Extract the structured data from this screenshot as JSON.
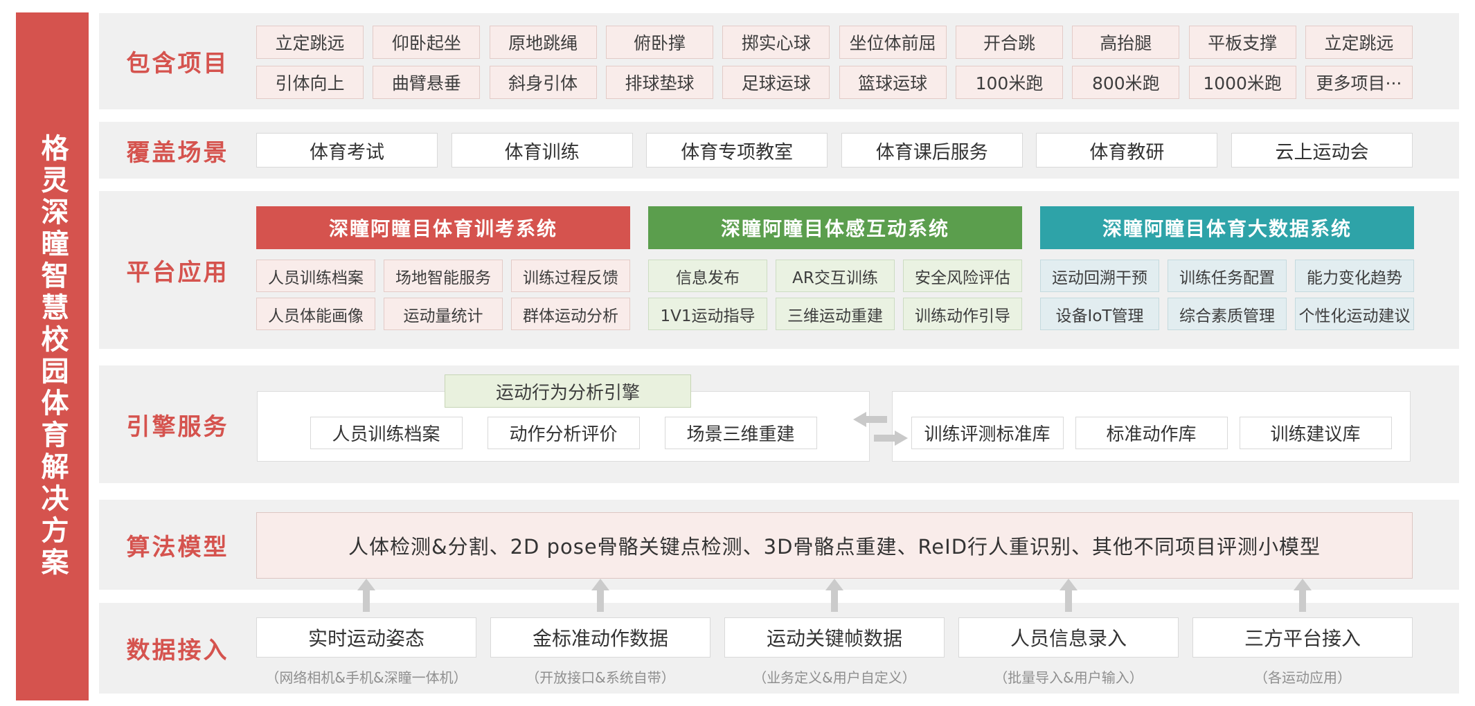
{
  "sidebar": {
    "title": "格灵深瞳智慧校园体育解决方案"
  },
  "colors": {
    "accent_red": "#d5534e",
    "green": "#5b9e4d",
    "teal": "#2ea3a8",
    "band_bg": "#f0f0f0",
    "pink_chip": "#f9ecea",
    "green_chip": "#eaf2e2",
    "teal_chip": "#e2edf0",
    "arrow_gray": "#cbcbcb"
  },
  "rows": {
    "projects": {
      "label": "包含项目",
      "row1": [
        "立定跳远",
        "仰卧起坐",
        "原地跳绳",
        "俯卧撑",
        "掷实心球",
        "坐位体前屈",
        "开合跳",
        "高抬腿",
        "平板支撑",
        "立定跳远"
      ],
      "row2": [
        "引体向上",
        "曲臂悬垂",
        "斜身引体",
        "排球垫球",
        "足球运球",
        "篮球运球",
        "100米跑",
        "800米跑",
        "1000米跑",
        "更多项目···"
      ]
    },
    "scenes": {
      "label": "覆盖场景",
      "items": [
        "体育考试",
        "体育训练",
        "体育专项教室",
        "体育课后服务",
        "体育教研",
        "云上运动会"
      ]
    },
    "platform": {
      "label": "平台应用",
      "systems": [
        {
          "title": "深瞳阿瞳目体育训考系统",
          "color": "#d5534e",
          "items": [
            "人员训练档案",
            "场地智能服务",
            "训练过程反馈",
            "人员体能画像",
            "运动量统计",
            "群体运动分析"
          ]
        },
        {
          "title": "深瞳阿瞳目体感互动系统",
          "color": "#5b9e4d",
          "items": [
            "信息发布",
            "AR交互训练",
            "安全风险评估",
            "1V1运动指导",
            "三维运动重建",
            "训练动作引导"
          ]
        },
        {
          "title": "深瞳阿瞳目体育大数据系统",
          "color": "#2ea3a8",
          "items": [
            "运动回溯干预",
            "训练任务配置",
            "能力变化趋势",
            "设备IoT管理",
            "综合素质管理",
            "个性化运动建议"
          ]
        }
      ]
    },
    "engine": {
      "label": "引擎服务",
      "badge": "运动行为分析引擎",
      "left_items": [
        "人员训练档案",
        "动作分析评价",
        "场景三维重建"
      ],
      "right_items": [
        "训练评测标准库",
        "标准动作库",
        "训练建议库"
      ]
    },
    "algorithm": {
      "label": "算法模型",
      "text": "人体检测&分割、2D pose骨骼关键点检测、3D骨骼点重建、ReID行人重识别、其他不同项目评测小模型"
    },
    "data": {
      "label": "数据接入",
      "items": [
        "实时运动姿态",
        "金标准动作数据",
        "运动关键帧数据",
        "人员信息录入",
        "三方平台接入"
      ],
      "captions": [
        "（网络相机&手机&深瞳一体机）",
        "（开放接口&系统自带）",
        "（业务定义&用户自定义）",
        "（批量导入&用户输入）",
        "（各运动应用）"
      ]
    }
  }
}
